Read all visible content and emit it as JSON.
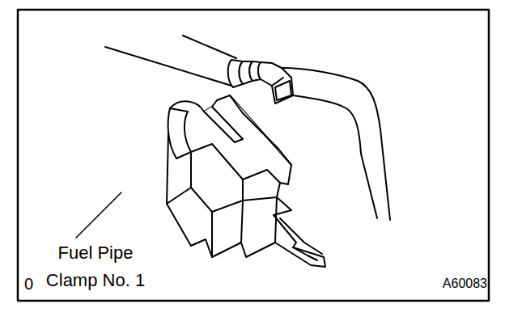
{
  "diagram": {
    "labels": [
      "Fuel Pipe Clamp No. 1",
      "0",
      "A60083"
    ]
  }
}
